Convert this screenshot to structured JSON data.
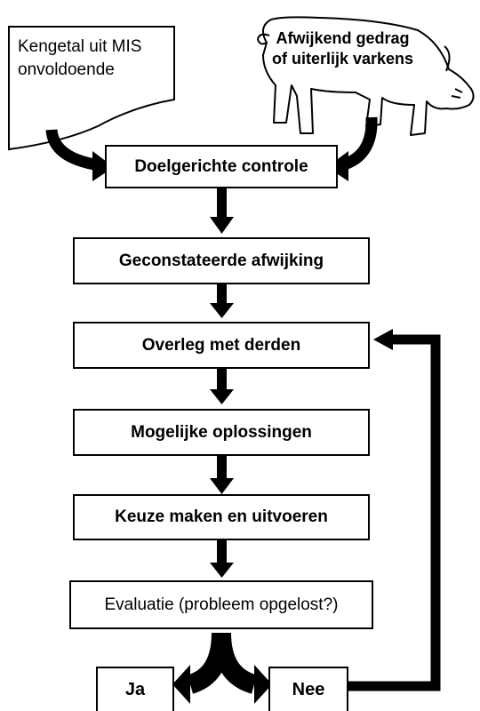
{
  "sources": {
    "mis_line1": "Kengetal uit MIS",
    "mis_line2": "onvoldoende",
    "pig_line1": "Afwijkend gedrag",
    "pig_line2": "of uiterlijk varkens"
  },
  "steps": {
    "control": "Doelgerichte controle",
    "deviation": "Geconstateerde afwijking",
    "consult": "Overleg met derden",
    "solutions": "Mogelijke oplossingen",
    "execute": "Keuze maken en uitvoeren",
    "evaluate": "Evaluatie (probleem opgelost?)"
  },
  "outcomes": {
    "yes": "Ja",
    "no": "Nee"
  },
  "icons": [
    "pig-icon",
    "document-icon"
  ]
}
